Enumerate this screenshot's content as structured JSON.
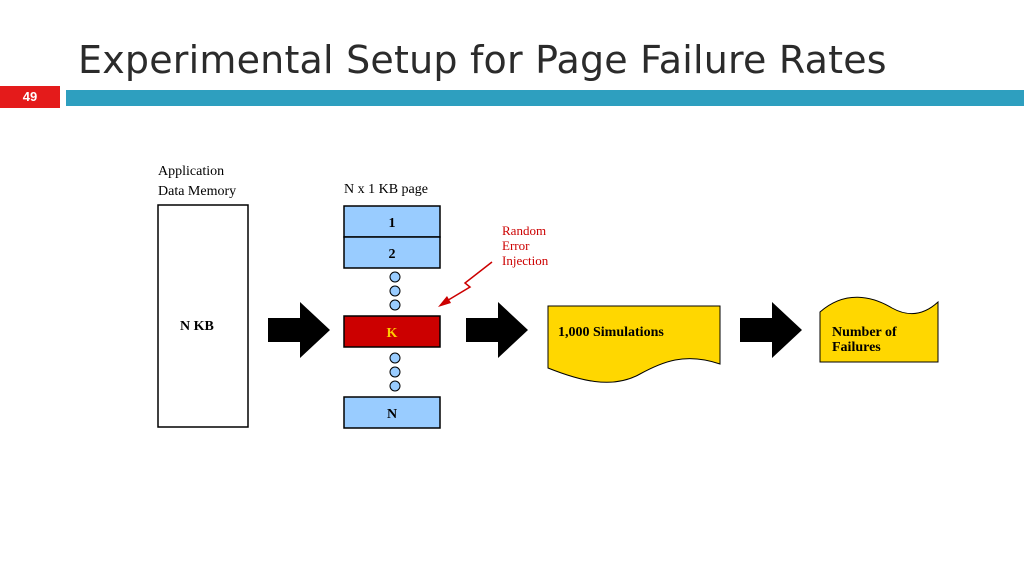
{
  "slide": {
    "title": "Experimental Setup for Page Failure Rates",
    "number": "49"
  },
  "diagram": {
    "memory_label_line1": "Application",
    "memory_label_line2": "Data Memory",
    "memory_box_label": "N KB",
    "page_label": "N x 1 KB page",
    "pages": [
      "1",
      "2",
      "K",
      "N"
    ],
    "error_label_line1": "Random",
    "error_label_line2": "Error",
    "error_label_line3": "Injection",
    "simulations_label": "1,000 Simulations",
    "failures_label_line1": "Number of",
    "failures_label_line2": "Failures"
  },
  "colors": {
    "accent_bar": "#2e9fbf",
    "slide_number_bg": "#e41b1b",
    "page_fill": "#99ccff",
    "faulty_page_fill": "#cc0000",
    "faulty_page_text": "#ffcc00",
    "document_fill": "#ffd700",
    "error_red": "#cc0000"
  }
}
